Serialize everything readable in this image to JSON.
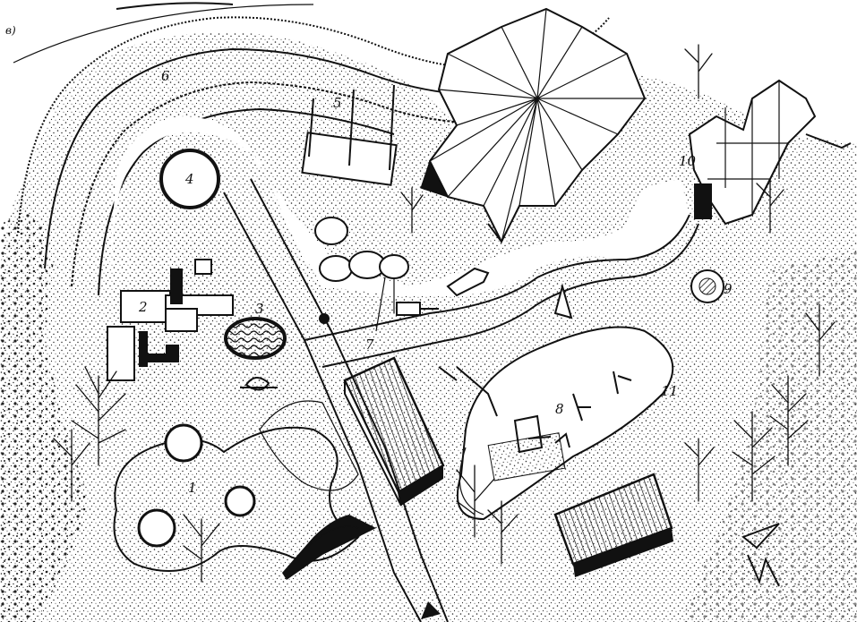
{
  "figure_letter": "в)",
  "labels": {
    "n1": "1",
    "n2": "2",
    "n3": "3",
    "n4": "4",
    "n5": "5",
    "n6": "6",
    "n7": "7",
    "n8": "8",
    "n9": "9",
    "n10": "10",
    "n11": "11"
  },
  "colors": {
    "ink": "#111111",
    "paper": "#ffffff",
    "stipple": "#222222"
  },
  "icons": {
    "entrance": "entrance-arrow-icon",
    "north": "north-arrow-icon"
  }
}
